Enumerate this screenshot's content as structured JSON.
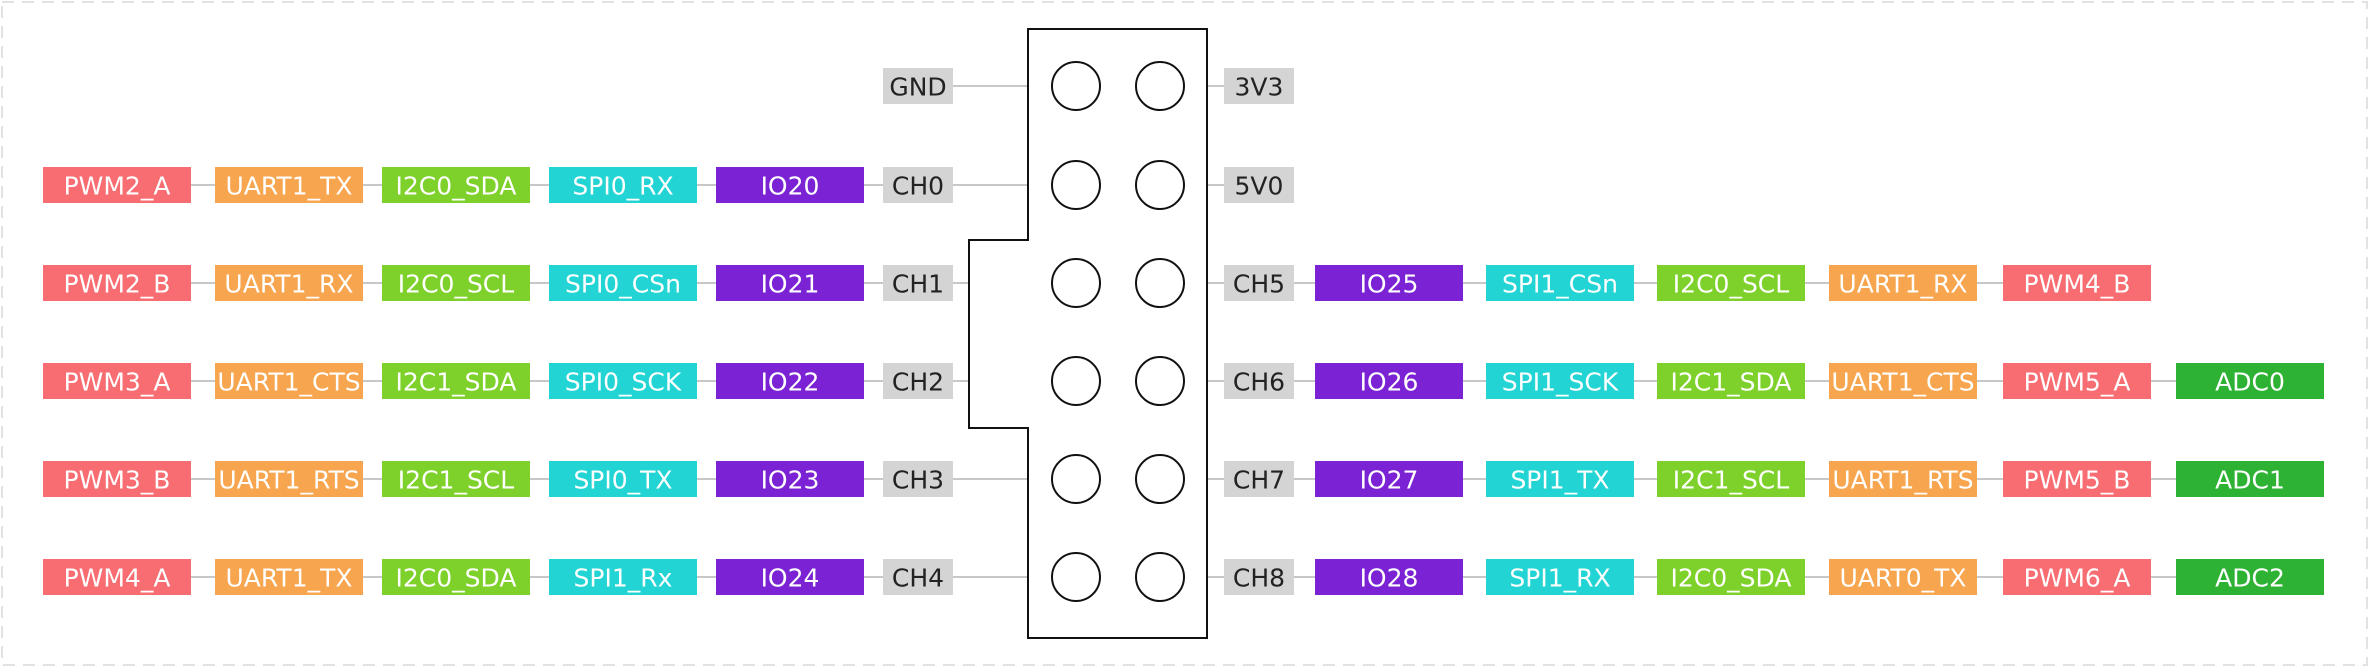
{
  "colors": {
    "pin": "#d4d4d4",
    "io": "#7b22d4",
    "spi": "#22d4d4",
    "i2c": "#7ed12a",
    "uart": "#f7a54e",
    "pwm": "#f76d72",
    "adc": "#2eb234",
    "pin_text": "#222222",
    "label_text": "#ffffff"
  },
  "header": {
    "left_pins": [
      "GND",
      "CH0",
      "CH1",
      "CH2",
      "CH3",
      "CH4"
    ],
    "right_pins": [
      "3V3",
      "5V0",
      "CH5",
      "CH6",
      "CH7",
      "CH8"
    ]
  },
  "left_rows": [
    null,
    [
      {
        "text": "IO20",
        "kind": "io"
      },
      {
        "text": "SPI0_RX",
        "kind": "spi"
      },
      {
        "text": "I2C0_SDA",
        "kind": "i2c"
      },
      {
        "text": "UART1_TX",
        "kind": "uart"
      },
      {
        "text": "PWM2_A",
        "kind": "pwm"
      }
    ],
    [
      {
        "text": "IO21",
        "kind": "io"
      },
      {
        "text": "SPI0_CSn",
        "kind": "spi"
      },
      {
        "text": "I2C0_SCL",
        "kind": "i2c"
      },
      {
        "text": "UART1_RX",
        "kind": "uart"
      },
      {
        "text": "PWM2_B",
        "kind": "pwm"
      }
    ],
    [
      {
        "text": "IO22",
        "kind": "io"
      },
      {
        "text": "SPI0_SCK",
        "kind": "spi"
      },
      {
        "text": "I2C1_SDA",
        "kind": "i2c"
      },
      {
        "text": "UART1_CTS",
        "kind": "uart"
      },
      {
        "text": "PWM3_A",
        "kind": "pwm"
      }
    ],
    [
      {
        "text": "IO23",
        "kind": "io"
      },
      {
        "text": "SPI0_TX",
        "kind": "spi"
      },
      {
        "text": "I2C1_SCL",
        "kind": "i2c"
      },
      {
        "text": "UART1_RTS",
        "kind": "uart"
      },
      {
        "text": "PWM3_B",
        "kind": "pwm"
      }
    ],
    [
      {
        "text": "IO24",
        "kind": "io"
      },
      {
        "text": "SPI1_Rx",
        "kind": "spi"
      },
      {
        "text": "I2C0_SDA",
        "kind": "i2c"
      },
      {
        "text": "UART1_TX",
        "kind": "uart"
      },
      {
        "text": "PWM4_A",
        "kind": "pwm"
      }
    ]
  ],
  "right_rows": [
    null,
    null,
    [
      {
        "text": "IO25",
        "kind": "io"
      },
      {
        "text": "SPI1_CSn",
        "kind": "spi"
      },
      {
        "text": "I2C0_SCL",
        "kind": "i2c"
      },
      {
        "text": "UART1_RX",
        "kind": "uart"
      },
      {
        "text": "PWM4_B",
        "kind": "pwm"
      }
    ],
    [
      {
        "text": "IO26",
        "kind": "io"
      },
      {
        "text": "SPI1_SCK",
        "kind": "spi"
      },
      {
        "text": "I2C1_SDA",
        "kind": "i2c"
      },
      {
        "text": "UART1_CTS",
        "kind": "uart"
      },
      {
        "text": "PWM5_A",
        "kind": "pwm"
      },
      {
        "text": "ADC0",
        "kind": "adc"
      }
    ],
    [
      {
        "text": "IO27",
        "kind": "io"
      },
      {
        "text": "SPI1_TX",
        "kind": "spi"
      },
      {
        "text": "I2C1_SCL",
        "kind": "i2c"
      },
      {
        "text": "UART1_RTS",
        "kind": "uart"
      },
      {
        "text": "PWM5_B",
        "kind": "pwm"
      },
      {
        "text": "ADC1",
        "kind": "adc"
      }
    ],
    [
      {
        "text": "IO28",
        "kind": "io"
      },
      {
        "text": "SPI1_RX",
        "kind": "spi"
      },
      {
        "text": "I2C0_SDA",
        "kind": "i2c"
      },
      {
        "text": "UART0_TX",
        "kind": "uart"
      },
      {
        "text": "PWM6_A",
        "kind": "pwm"
      },
      {
        "text": "ADC2",
        "kind": "adc"
      }
    ]
  ]
}
